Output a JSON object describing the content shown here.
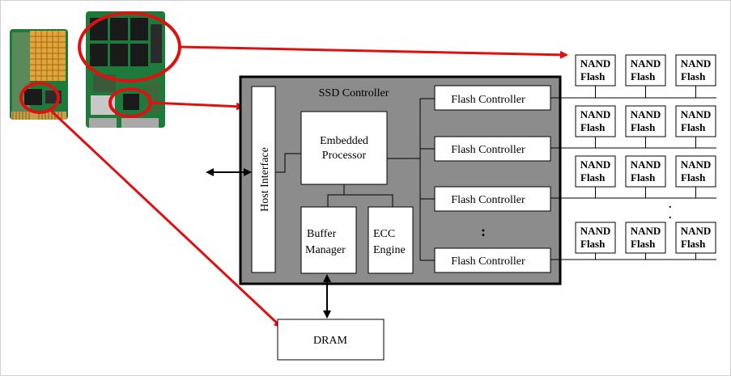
{
  "controller": {
    "title": "SSD Controller",
    "host_interface": "Host Interface",
    "embedded_processor": [
      "Embedded",
      "Processor"
    ],
    "buffer_manager": [
      "Buffer",
      "Manager"
    ],
    "ecc_engine": [
      "ECC",
      "Engine"
    ],
    "flash_controllers": [
      "Flash Controller",
      "Flash Controller",
      "Flash Controller",
      "Flash Controller"
    ],
    "ellipsis": ":"
  },
  "dram": {
    "label": "DRAM"
  },
  "nand": {
    "line1": "NAND",
    "line2": "Flash",
    "rows": 4,
    "chips_per_row": 3,
    "ellipsis": "."
  },
  "colors": {
    "controller_fill": "#8c8c8c",
    "box_fill": "#ffffff",
    "stroke": "#000000",
    "highlight_red": "#e01010",
    "pcb_green": "#1e7a3a",
    "pcb_gold": "#e3a53a"
  }
}
